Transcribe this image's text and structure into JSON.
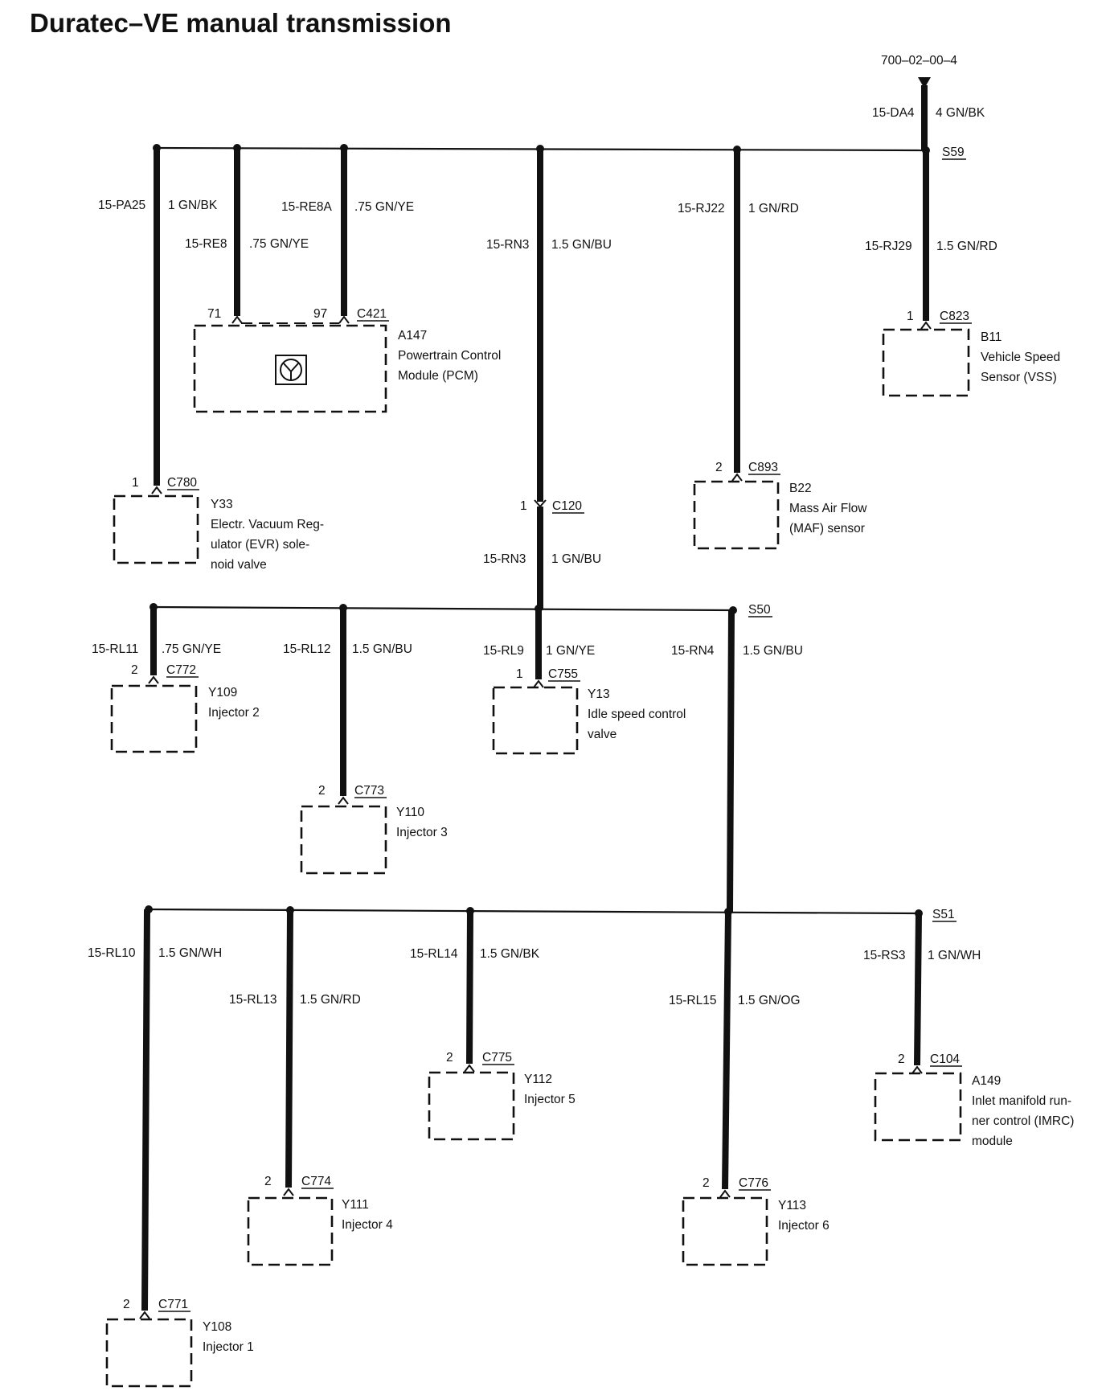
{
  "title": "Duratec–VE manual transmission",
  "ref_code": "700–02–00–4",
  "splices": {
    "s59": "S59",
    "s50": "S50",
    "s51": "S51"
  },
  "wires": {
    "da4": {
      "circuit": "15-DA4",
      "spec": "4 GN/BK"
    },
    "pa25": {
      "circuit": "15-PA25",
      "spec": "1 GN/BK"
    },
    "re8": {
      "circuit": "15-RE8",
      "spec": ".75 GN/YE"
    },
    "re8a": {
      "circuit": "15-RE8A",
      "spec": ".75 GN/YE"
    },
    "rn3_upper": {
      "circuit": "15-RN3",
      "spec": "1.5 GN/BU"
    },
    "rj22": {
      "circuit": "15-RJ22",
      "spec": "1 GN/RD"
    },
    "rj29": {
      "circuit": "15-RJ29",
      "spec": "1.5 GN/RD"
    },
    "rn3_lower": {
      "circuit": "15-RN3",
      "spec": "1 GN/BU"
    },
    "rl11": {
      "circuit": "15-RL11",
      "spec": ".75 GN/YE"
    },
    "rl12": {
      "circuit": "15-RL12",
      "spec": "1.5 GN/BU"
    },
    "rl9": {
      "circuit": "15-RL9",
      "spec": "1 GN/YE"
    },
    "rn4": {
      "circuit": "15-RN4",
      "spec": "1.5 GN/BU"
    },
    "rl10": {
      "circuit": "15-RL10",
      "spec": "1.5 GN/WH"
    },
    "rl13": {
      "circuit": "15-RL13",
      "spec": "1.5 GN/RD"
    },
    "rl14": {
      "circuit": "15-RL14",
      "spec": "1.5 GN/BK"
    },
    "rl15": {
      "circuit": "15-RL15",
      "spec": "1.5 GN/OG"
    },
    "rs3": {
      "circuit": "15-RS3",
      "spec": "1 GN/WH"
    }
  },
  "connectors": {
    "c421": {
      "name": "C421",
      "pin_a": "71",
      "pin_b": "97"
    },
    "c823": {
      "name": "C823",
      "pin": "1"
    },
    "c780": {
      "name": "C780",
      "pin": "1"
    },
    "c120": {
      "name": "C120",
      "pin": "1"
    },
    "c893": {
      "name": "C893",
      "pin": "2"
    },
    "c772": {
      "name": "C772",
      "pin": "2"
    },
    "c755": {
      "name": "C755",
      "pin": "1"
    },
    "c773": {
      "name": "C773",
      "pin": "2"
    },
    "c775": {
      "name": "C775",
      "pin": "2"
    },
    "c104": {
      "name": "C104",
      "pin": "2"
    },
    "c774": {
      "name": "C774",
      "pin": "2"
    },
    "c776": {
      "name": "C776",
      "pin": "2"
    },
    "c771": {
      "name": "C771",
      "pin": "2"
    }
  },
  "components": {
    "a147": {
      "id": "A147",
      "lines": [
        "Powertrain Control",
        "Module (PCM)"
      ]
    },
    "b11": {
      "id": "B11",
      "lines": [
        "Vehicle Speed",
        "Sensor (VSS)"
      ]
    },
    "y33": {
      "id": "Y33",
      "lines": [
        "Electr. Vacuum Reg-",
        "ulator (EVR) sole-",
        "noid valve"
      ]
    },
    "b22": {
      "id": "B22",
      "lines": [
        "Mass Air Flow",
        "(MAF) sensor"
      ]
    },
    "y109": {
      "id": "Y109",
      "lines": [
        "Injector 2"
      ]
    },
    "y13": {
      "id": "Y13",
      "lines": [
        "Idle speed control",
        "valve"
      ]
    },
    "y110": {
      "id": "Y110",
      "lines": [
        "Injector 3"
      ]
    },
    "y112": {
      "id": "Y112",
      "lines": [
        "Injector 5"
      ]
    },
    "a149": {
      "id": "A149",
      "lines": [
        "Inlet manifold run-",
        "ner control (IMRC)",
        "module"
      ]
    },
    "y111": {
      "id": "Y111",
      "lines": [
        "Injector 4"
      ]
    },
    "y113": {
      "id": "Y113",
      "lines": [
        "Injector 6"
      ]
    },
    "y108": {
      "id": "Y108",
      "lines": [
        "Injector 1"
      ]
    }
  }
}
